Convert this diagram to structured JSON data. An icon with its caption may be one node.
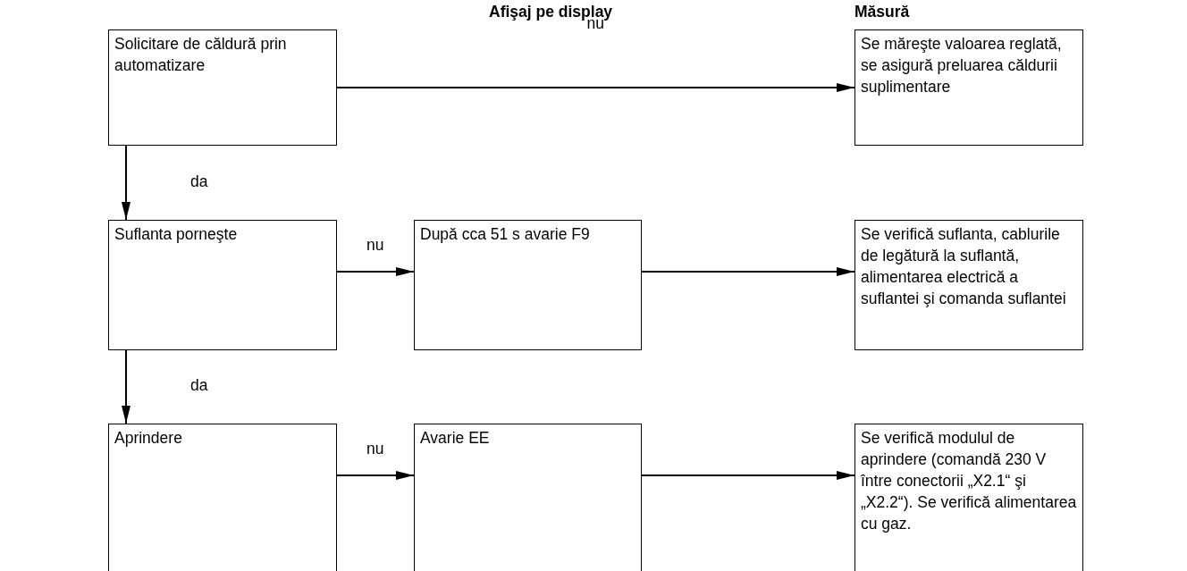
{
  "diagram": {
    "nodes": [
      {
        "text": [
          "Solicitare de căldură prin automatizare"
        ]
      },
      {
        "text": [
          "Se măreşte valoarea reglată, se asigură preluarea căldurii suplimentare"
        ]
      },
      {
        "text": [
          "Suflanta porneşte"
        ]
      },
      {
        "text": [
          "După cca 51 s avarie F9"
        ]
      },
      {
        "text": [
          "Se verifică suflanta, cablurile de legătură la suflantă, alimentarea electrică a suflantei şi comanda suflantei"
        ]
      },
      {
        "text": [
          "Aprindere"
        ]
      },
      {
        "text": [
          "Avarie EE"
        ]
      },
      {
        "text": [
          "Se verifică modulul de aprindere (comandă 230 V între conectorii „X2.1“ şi „X2.2“). Se verifică alimentarea cu gaz."
        ]
      }
    ],
    "edges": [
      {
        "from": 0,
        "to": 1,
        "arrow": "to",
        "label": "nu"
      },
      {
        "from": 0,
        "to": 2,
        "arrow": "to",
        "label": "da"
      },
      {
        "from": 2,
        "to": 3,
        "arrow": "to",
        "label": "nu"
      },
      {
        "from": 3,
        "to": 4,
        "arrow": "to"
      },
      {
        "from": 2,
        "to": 5,
        "arrow": "to",
        "label": "da"
      },
      {
        "from": 5,
        "to": 6,
        "arrow": "to",
        "label": "nu"
      },
      {
        "from": 6,
        "to": 7,
        "arrow": "to"
      }
    ],
    "labels": [
      "Afişaj pe display",
      "Măsură"
    ]
  }
}
